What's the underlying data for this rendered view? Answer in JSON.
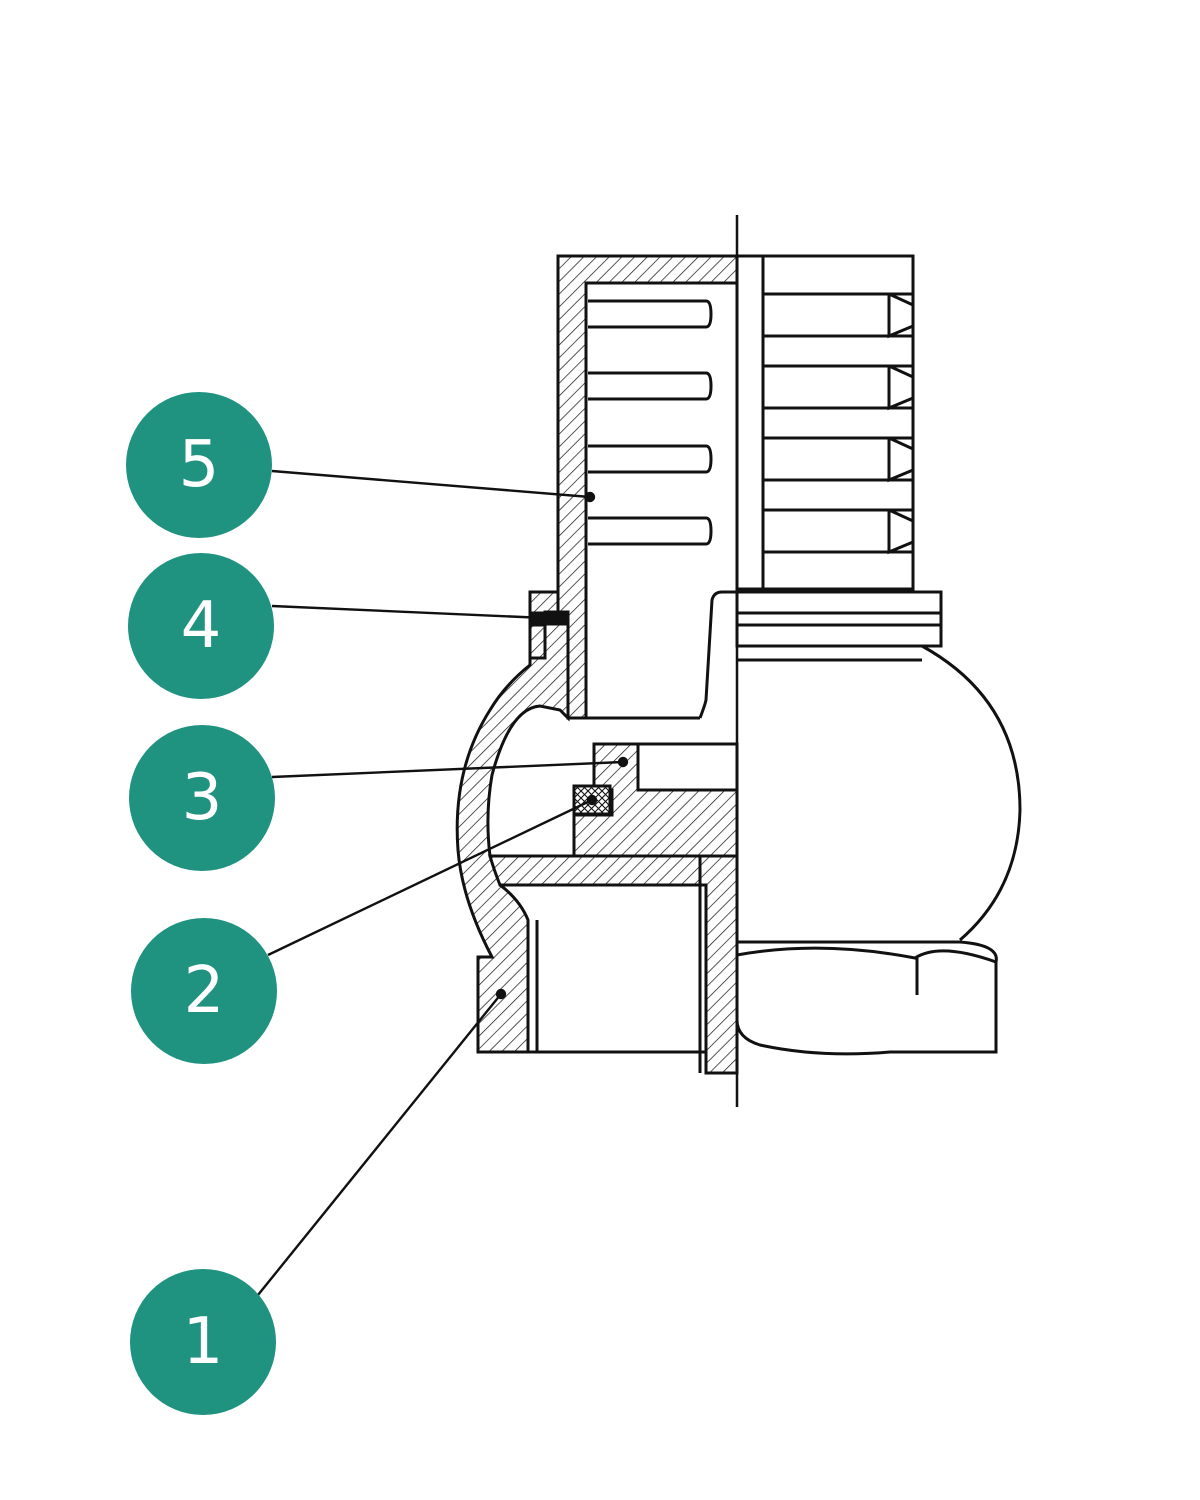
{
  "diagram": {
    "badge_color": "#1f9280",
    "line_color": "#111111",
    "callouts": [
      {
        "id": "callout-5",
        "label": "5"
      },
      {
        "id": "callout-4",
        "label": "4"
      },
      {
        "id": "callout-3",
        "label": "3"
      },
      {
        "id": "callout-2",
        "label": "2"
      },
      {
        "id": "callout-1",
        "label": "1"
      }
    ]
  }
}
